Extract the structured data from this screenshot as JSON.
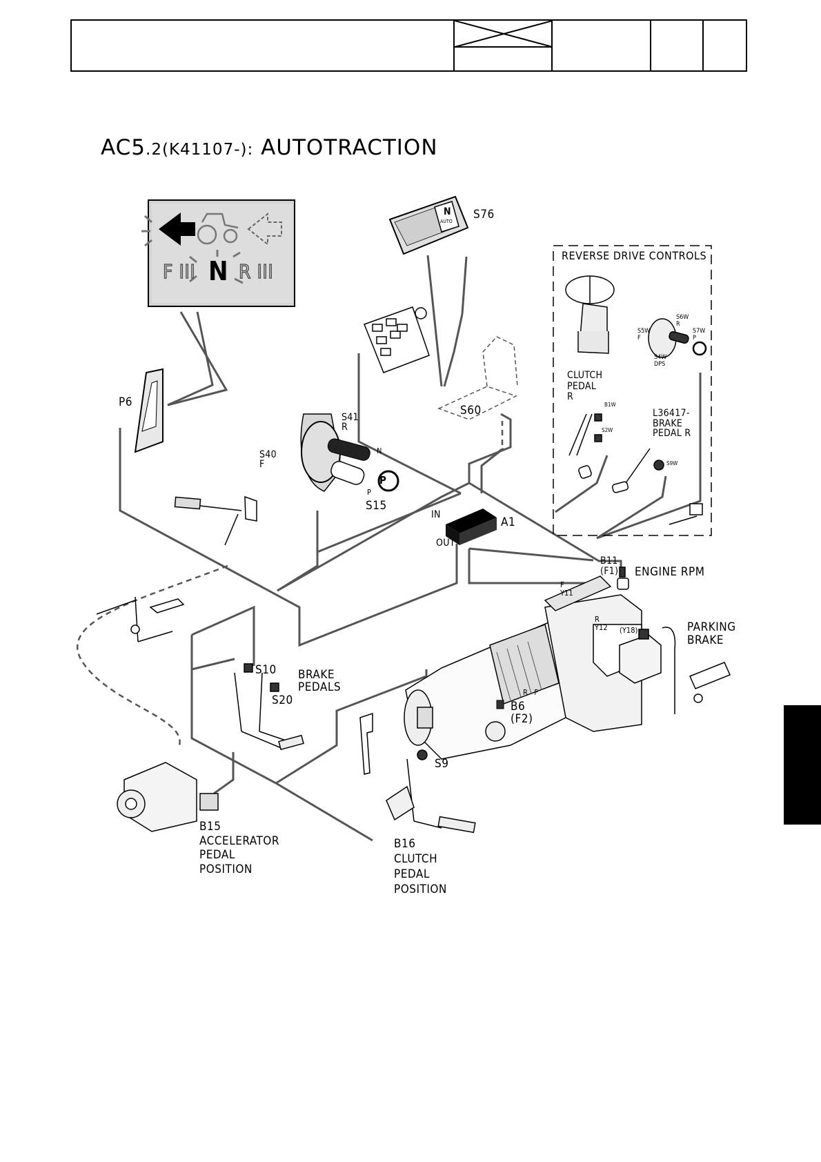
{
  "title": {
    "main": "AC5",
    "sub": ".2(K41107-):",
    "rest": " AUTOTRACTION"
  },
  "display": {
    "left_letter": "F III",
    "center_letter": "N",
    "right_letter": "R III"
  },
  "s76_button_text": "N",
  "s76_button_sub": "AUTO",
  "labels": {
    "s76": "S76",
    "reverse_drive": "REVERSE DRIVE CONTROLS",
    "p6": "P6",
    "s41": "S41\nR",
    "s40": "S40\nF",
    "n": "N",
    "p": "P",
    "s15": "S15",
    "s60": "S60",
    "in": "IN",
    "out": "OUT",
    "a1": "A1",
    "clutch_pedal_r": "CLUTCH\nPEDAL\nR",
    "b1w": "B1W",
    "s2w": "S2W",
    "l36417": "L36417-\nBRAKE\nPEDAL R",
    "s9w": "S9W",
    "s5w": "S5W\nF",
    "s6w": "S6W\nR",
    "s7w": "S7W\nP",
    "s4w": "S4W\nDPS",
    "b11": "B11\n(F1)",
    "engine_rpm": "ENGINE RPM",
    "f_y11": "F\nY11",
    "r_y12": "R\nY12",
    "y18": "(Y18)",
    "parking_brake": "PARKING\nBRAKE",
    "s10": "S10",
    "s20": "S20",
    "brake_pedals": "BRAKE\nPEDALS",
    "b6": "B6\n(F2)",
    "r_f": "R   F",
    "s9": "S9",
    "b15": "B15\nACCELERATOR\nPEDAL\nPOSITION",
    "b16": "B16\nCLUTCH\nPEDAL\nPOSITION"
  },
  "colors": {
    "wire": "#555555",
    "ink": "#000000",
    "panel": "#d4d4d4",
    "tab": "#000000"
  }
}
